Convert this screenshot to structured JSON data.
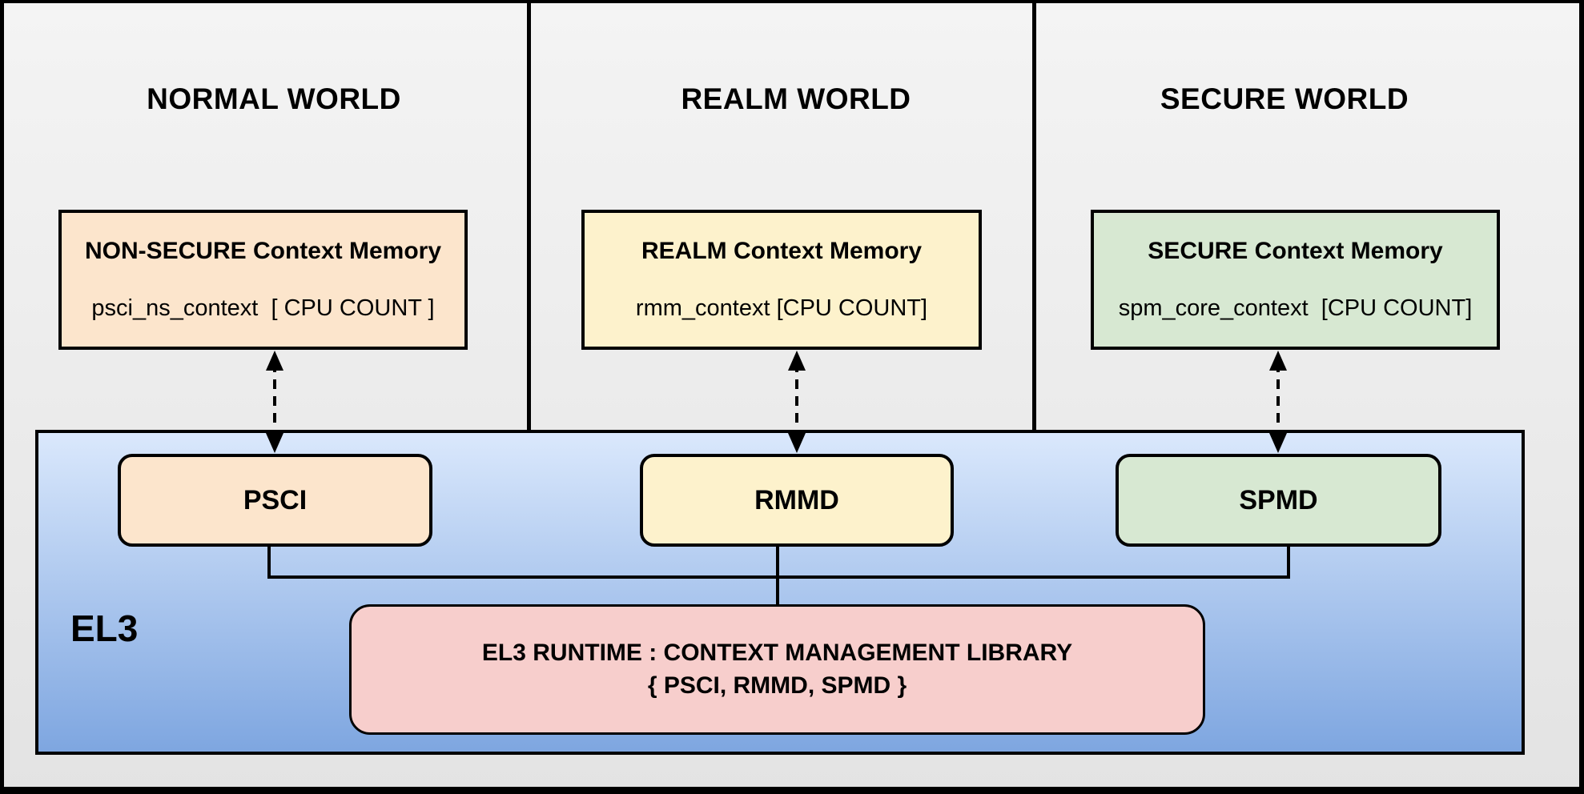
{
  "colors": {
    "bg_top": "#f4f4f4",
    "bg_bottom": "#e3e3e3",
    "blue_top": "#dae8fc",
    "blue_bottom": "#7ea6e0",
    "peach": "#fce5cc",
    "yellow": "#fdf2cc",
    "green": "#d7e8d2",
    "pink": "#f7cecc",
    "border": "#000000"
  },
  "worlds": [
    {
      "title": "NORMAL WORLD",
      "memory_title": "NON-SECURE Context Memory",
      "memory_detail": "psci_ns_context  [ CPU COUNT ]",
      "dispatcher": "PSCI"
    },
    {
      "title": "REALM WORLD",
      "memory_title": "REALM Context Memory",
      "memory_detail": "rmm_context [CPU COUNT]",
      "dispatcher": "RMMD"
    },
    {
      "title": "SECURE WORLD",
      "memory_title": "SECURE Context Memory",
      "memory_detail": "spm_core_context  [CPU COUNT]",
      "dispatcher": "SPMD"
    }
  ],
  "el3": {
    "label": "EL3",
    "runtime_line1": "EL3 RUNTIME : CONTEXT MANAGEMENT LIBRARY",
    "runtime_line2": "{ PSCI, RMMD, SPMD }"
  }
}
